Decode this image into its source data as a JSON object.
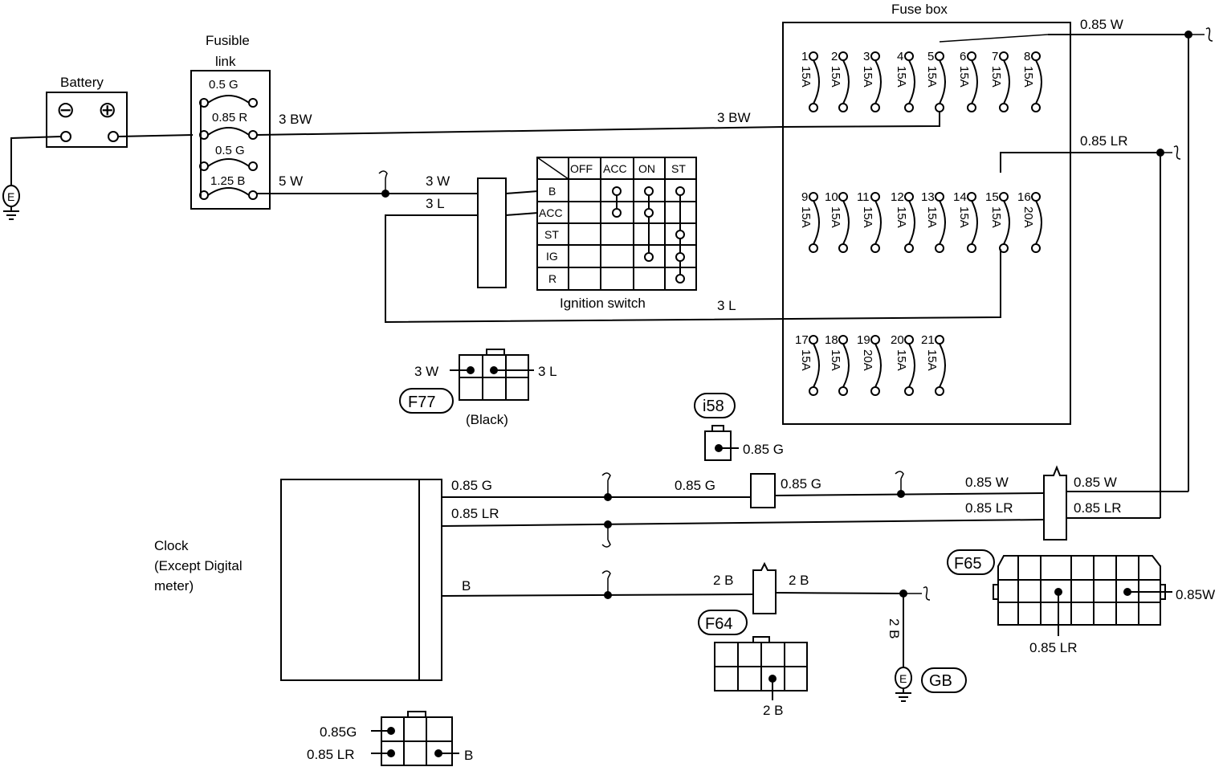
{
  "battery": {
    "label": "Battery",
    "minus": "⊖",
    "plus": "⊕"
  },
  "ground": {
    "e": "E",
    "gb": "GB"
  },
  "fusible_link": {
    "title_line1": "Fusible",
    "title_line2": "link",
    "links": [
      "0.5 G",
      "0.85 R",
      "0.5 G",
      "1.25 B"
    ]
  },
  "fuse_box": {
    "title": "Fuse box",
    "fuses": [
      {
        "n": "1",
        "a": "15A"
      },
      {
        "n": "2",
        "a": "15A"
      },
      {
        "n": "3",
        "a": "15A"
      },
      {
        "n": "4",
        "a": "15A"
      },
      {
        "n": "5",
        "a": "15A"
      },
      {
        "n": "6",
        "a": "15A"
      },
      {
        "n": "7",
        "a": "15A"
      },
      {
        "n": "8",
        "a": "15A"
      },
      {
        "n": "9",
        "a": "15A"
      },
      {
        "n": "10",
        "a": "15A"
      },
      {
        "n": "11",
        "a": "15A"
      },
      {
        "n": "12",
        "a": "15A"
      },
      {
        "n": "13",
        "a": "15A"
      },
      {
        "n": "14",
        "a": "15A"
      },
      {
        "n": "15",
        "a": "15A"
      },
      {
        "n": "16",
        "a": "20A"
      },
      {
        "n": "17",
        "a": "15A"
      },
      {
        "n": "18",
        "a": "15A"
      },
      {
        "n": "19",
        "a": "20A"
      },
      {
        "n": "20",
        "a": "15A"
      },
      {
        "n": "21",
        "a": "15A"
      }
    ]
  },
  "ignition_switch": {
    "title": "Ignition switch",
    "columns": [
      "OFF",
      "ACC",
      "ON",
      "ST"
    ],
    "rows": [
      "B",
      "ACC",
      "ST",
      "IG",
      "R"
    ]
  },
  "wires": {
    "bw_fl": "3 BW",
    "bw_top": "3 BW",
    "w5": "5 W",
    "w3": "3 W",
    "l3": "3 L",
    "l3_bottom": "3 L",
    "w085_top": "0.85 W",
    "lr085_top": "0.85 LR",
    "g085_a": "0.85 G",
    "g085_b": "0.85 G",
    "g085_c": "0.85 G",
    "lr085_a": "0.85 LR",
    "lr085_b": "0.85 LR",
    "lr085_c": "0.85 LR",
    "w085_a": "0.85 W",
    "w085_b": "0.85 W",
    "b": "B",
    "b2_a": "2 B",
    "b2_b": "2 B",
    "b2_vert": "2 B"
  },
  "connectors": {
    "f77": {
      "id": "F77",
      "left": "3 W",
      "right": "3 L",
      "color": "(Black)"
    },
    "i58": {
      "id": "i58",
      "wire": "0.85 G"
    },
    "f64": {
      "id": "F64",
      "wire": "2 B"
    },
    "f65": {
      "id": "F65",
      "wire_right": "0.85W",
      "wire_bottom": "0.85 LR"
    },
    "clock_conn": {
      "g": "0.85G",
      "lr": "0.85 LR",
      "b": "B"
    }
  },
  "clock": {
    "line1": "Clock",
    "line2": "(Except Digital",
    "line3": "meter)"
  }
}
